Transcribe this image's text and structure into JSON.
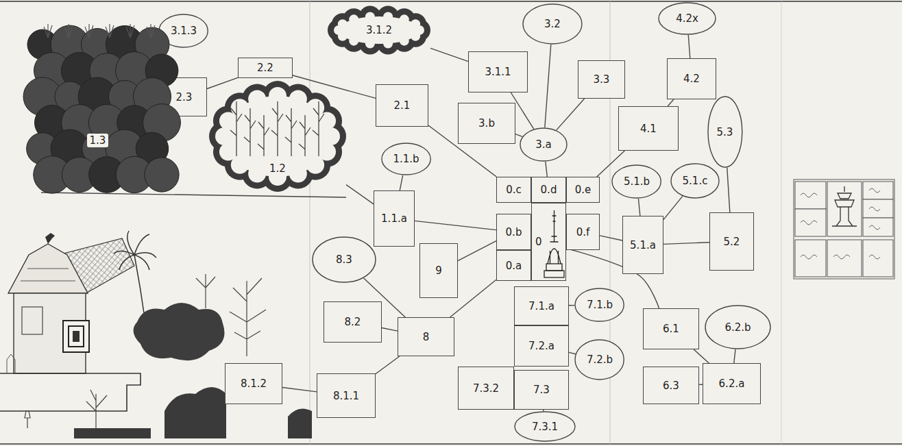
{
  "diagram": {
    "nodes": [
      {
        "text": [
          "3.1.3"
        ]
      },
      {
        "text": [
          "3.1.2"
        ]
      },
      {
        "text": [
          "3.2"
        ]
      },
      {
        "text": [
          "4.2x"
        ]
      },
      {
        "text": [
          "2.2"
        ]
      },
      {
        "text": [
          "3.1.1"
        ]
      },
      {
        "text": [
          "3.3"
        ]
      },
      {
        "text": [
          "4.2"
        ]
      },
      {
        "text": [
          "2.3"
        ]
      },
      {
        "text": [
          "2.1"
        ]
      },
      {
        "text": [
          "3.b"
        ]
      },
      {
        "text": [
          "1.3"
        ]
      },
      {
        "text": [
          "4.1"
        ]
      },
      {
        "text": [
          "5.3"
        ]
      },
      {
        "text": [
          "3.a"
        ]
      },
      {
        "text": [
          "1.1.b"
        ]
      },
      {
        "text": [
          "1.2"
        ]
      },
      {
        "text": [
          "0.c"
        ]
      },
      {
        "text": [
          "0.d"
        ]
      },
      {
        "text": [
          "0.e"
        ]
      },
      {
        "text": [
          "5.1.b"
        ]
      },
      {
        "text": [
          "5.1.c"
        ]
      },
      {
        "text": [
          "1.1.a"
        ]
      },
      {
        "text": [
          "0.b"
        ]
      },
      {
        "text": [
          "0"
        ]
      },
      {
        "text": [
          "0.f"
        ]
      },
      {
        "text": [
          "5.1.a"
        ]
      },
      {
        "text": [
          "5.2"
        ]
      },
      {
        "text": [
          "8.3"
        ]
      },
      {
        "text": [
          "9"
        ]
      },
      {
        "text": [
          "0.a"
        ]
      },
      {
        "text": [
          "7.1.a"
        ]
      },
      {
        "text": [
          "7.1.b"
        ]
      },
      {
        "text": [
          "6.1"
        ]
      },
      {
        "text": [
          "6.2.b"
        ]
      },
      {
        "text": [
          "8.2"
        ]
      },
      {
        "text": [
          "8"
        ]
      },
      {
        "text": [
          "7.2.a"
        ]
      },
      {
        "text": [
          "7.2.b"
        ]
      },
      {
        "text": [
          "8.1.2"
        ]
      },
      {
        "text": [
          "7.3.2"
        ]
      },
      {
        "text": [
          "7.3"
        ]
      },
      {
        "text": [
          "6.3"
        ]
      },
      {
        "text": [
          "6.2.a"
        ]
      },
      {
        "text": [
          "8.1.1"
        ]
      },
      {
        "text": [
          "7.3.1"
        ]
      }
    ],
    "edges": [
      {
        "from": 22,
        "to": 23,
        "arrow": "none"
      },
      {
        "from": 22,
        "to": 15,
        "arrow": "none"
      },
      {
        "from": 22,
        "to": 16,
        "arrow": "none"
      },
      {
        "from": 9,
        "to": 4,
        "arrow": "none"
      },
      {
        "from": 4,
        "to": 8,
        "arrow": "none"
      },
      {
        "from": 9,
        "to": 17,
        "arrow": "none"
      },
      {
        "from": 1,
        "to": 5,
        "arrow": "none"
      },
      {
        "from": 5,
        "to": 14,
        "arrow": "none"
      },
      {
        "from": 2,
        "to": 14,
        "arrow": "none"
      },
      {
        "from": 6,
        "to": 14,
        "arrow": "none"
      },
      {
        "from": 10,
        "to": 14,
        "arrow": "none"
      },
      {
        "from": 14,
        "to": 18,
        "arrow": "none"
      },
      {
        "from": 3,
        "to": 7,
        "arrow": "none"
      },
      {
        "from": 7,
        "to": 12,
        "arrow": "none"
      },
      {
        "from": 12,
        "to": 19,
        "arrow": "none"
      },
      {
        "from": 13,
        "to": 27,
        "arrow": "none"
      },
      {
        "from": 26,
        "to": 27,
        "arrow": "none"
      },
      {
        "from": 25,
        "to": 26,
        "arrow": "none"
      },
      {
        "from": 20,
        "to": 26,
        "arrow": "none"
      },
      {
        "from": 21,
        "to": 26,
        "arrow": "none"
      },
      {
        "from": 29,
        "to": 23,
        "arrow": "none"
      },
      {
        "from": 36,
        "to": 30,
        "arrow": "none"
      },
      {
        "from": 28,
        "to": 36,
        "arrow": "none"
      },
      {
        "from": 35,
        "to": 36,
        "arrow": "none"
      },
      {
        "from": 36,
        "to": 44,
        "arrow": "none"
      },
      {
        "from": 44,
        "to": 39,
        "arrow": "none"
      },
      {
        "from": 32,
        "to": 31,
        "arrow": "none"
      },
      {
        "from": 38,
        "to": 37,
        "arrow": "none"
      },
      {
        "from": 40,
        "to": 41,
        "arrow": "none"
      },
      {
        "from": 41,
        "to": 45,
        "arrow": "none"
      },
      {
        "from": 24,
        "to": 33,
        "arrow": "none"
      },
      {
        "from": 33,
        "to": 43,
        "arrow": "none"
      },
      {
        "from": 34,
        "to": 43,
        "arrow": "none"
      },
      {
        "from": 42,
        "to": 43,
        "arrow": "none"
      }
    ]
  }
}
